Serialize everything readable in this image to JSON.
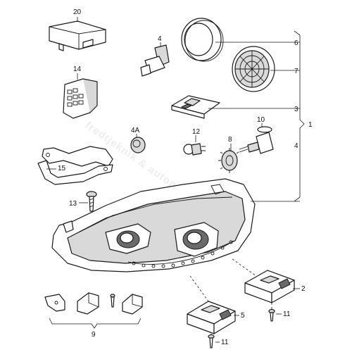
{
  "watermark": "fredtjeknik & autoparti",
  "callouts": {
    "c1": "1",
    "c2": "2",
    "c3": "3",
    "c4a": "4",
    "c4b": "4",
    "c4A": "4A",
    "c5": "5",
    "c6": "6",
    "c7": "7",
    "c8": "8",
    "c9": "9",
    "c10": "10",
    "c11a": "11",
    "c11b": "11",
    "c12": "12",
    "c13": "13",
    "c14": "14",
    "c15": "15",
    "c20": "20"
  }
}
